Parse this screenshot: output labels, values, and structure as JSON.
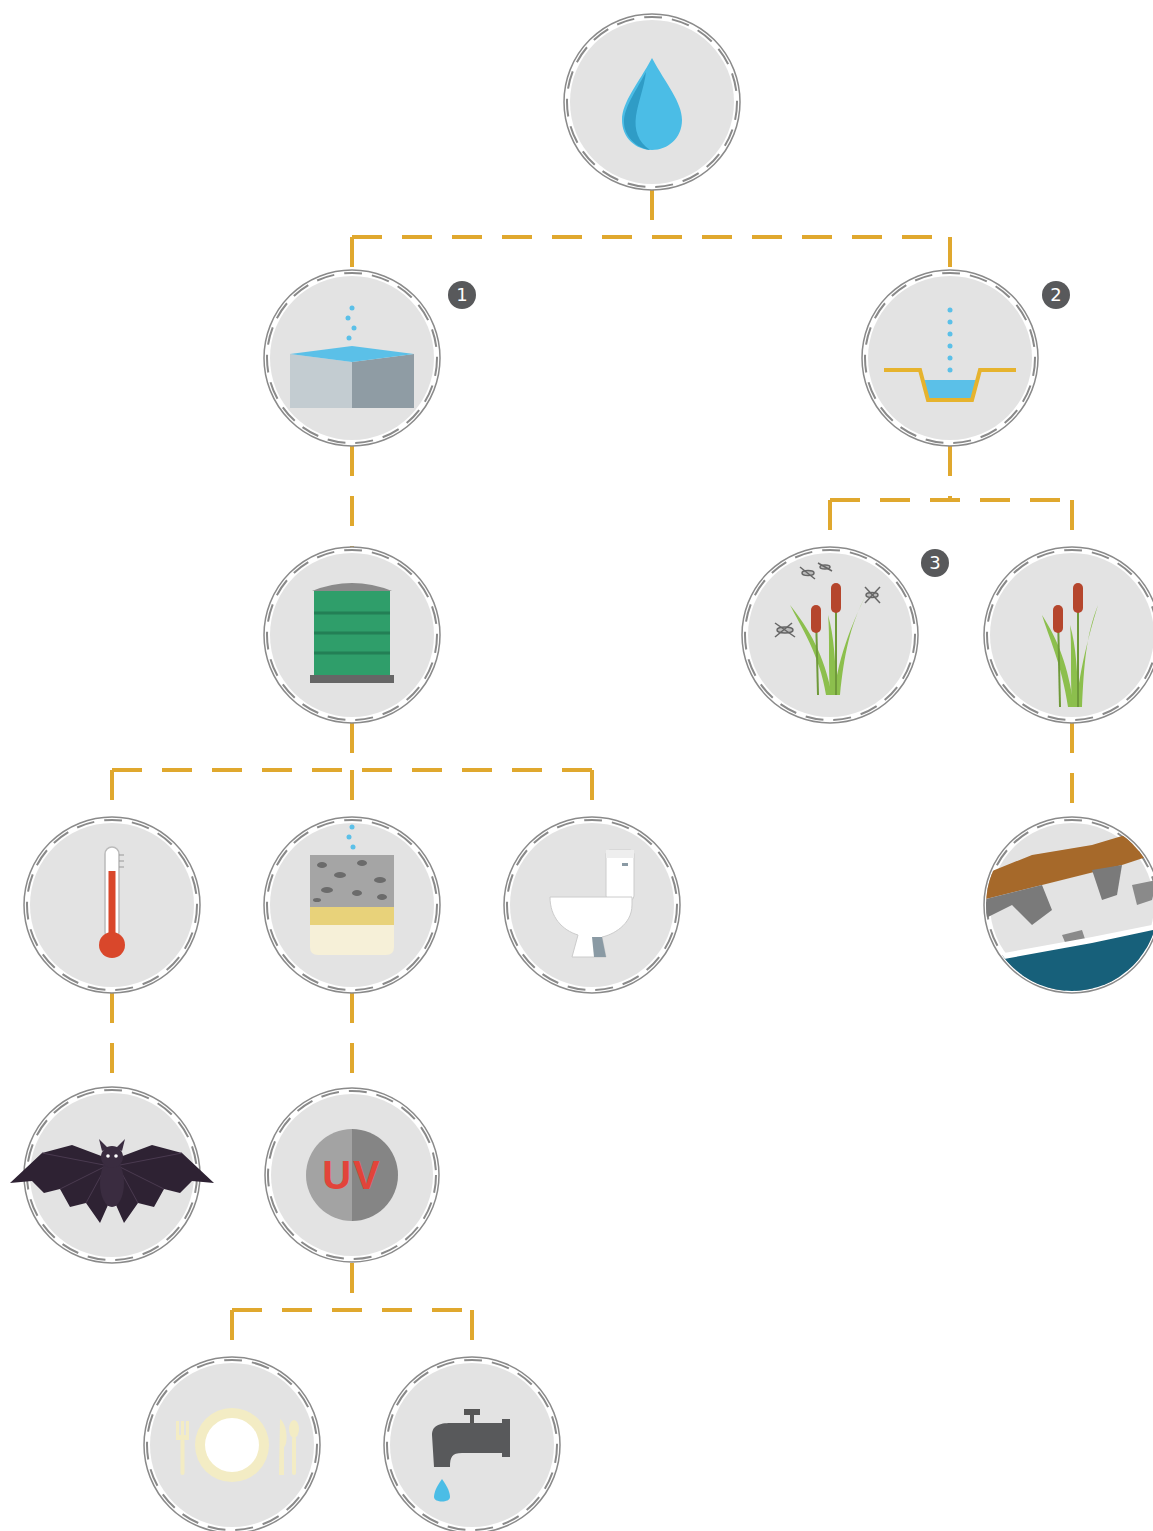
{
  "diagram": {
    "nodes": [
      {
        "text": [
          "UV"
        ]
      }
    ],
    "labels": [
      "1",
      "2",
      "3"
    ]
  }
}
